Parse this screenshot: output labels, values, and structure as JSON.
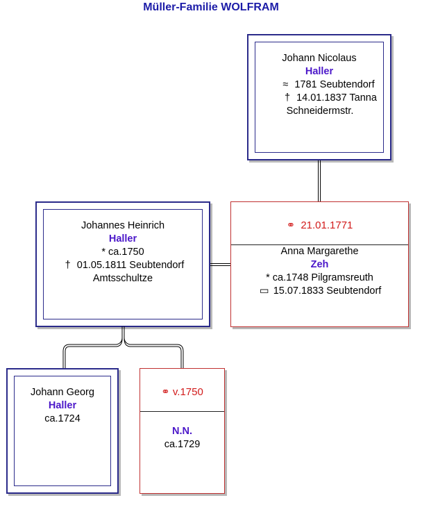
{
  "title": "Müller-Familie WOLFRAM",
  "father": {
    "given": "Johann Nicolaus",
    "surname": "Haller",
    "baptism_symbol": "≈",
    "baptism": "1781 Seubtendorf",
    "death_symbol": "†",
    "death": "14.01.1837 Tanna",
    "occupation": "Schneidermstr."
  },
  "main": {
    "given": "Johannes Heinrich",
    "surname": "Haller",
    "birth": "* ca.1750",
    "death_symbol": "†",
    "death": "01.05.1811 Seubtendorf",
    "occupation": "Amtsschultze"
  },
  "spouse": {
    "marriage_symbol": "⚭",
    "marriage": "21.01.1771",
    "given": "Anna Margarethe",
    "surname": "Zeh",
    "birth": "* ca.1748 Pilgramsreuth",
    "burial_symbol": "▭",
    "burial": "15.07.1833 Seubtendorf"
  },
  "child": {
    "given": "Johann Georg",
    "surname": "Haller",
    "birth": "ca.1724"
  },
  "child_spouse": {
    "marriage_symbol": "⚭",
    "marriage": "v.1750",
    "name": "N.N.",
    "birth": "ca.1729"
  },
  "colors": {
    "title": "#1c1ca8",
    "surname": "#4b17c9",
    "marriage": "#d21b1b",
    "navy_border": "#2a2a8a",
    "red_border": "#c03030"
  }
}
